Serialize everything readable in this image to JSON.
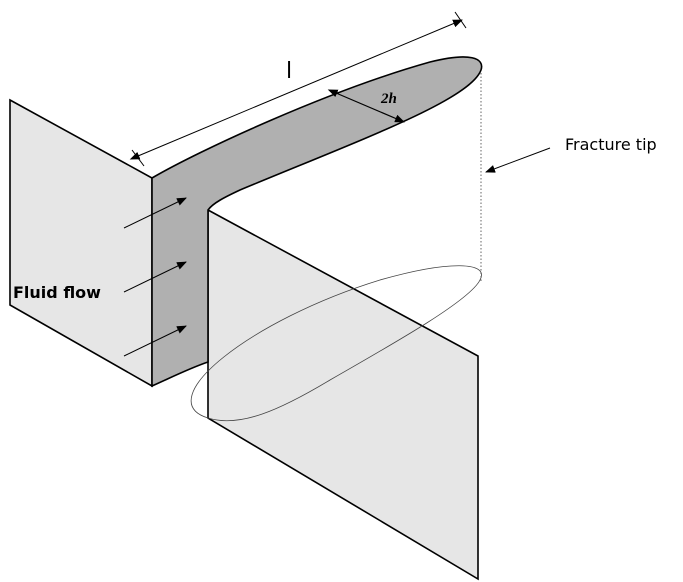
{
  "labels": {
    "length": "l",
    "aperture": "2h",
    "fluid_flow": "Fluid flow",
    "fracture_tip": "Fracture tip"
  },
  "colors": {
    "plate_fill": "#e6e6e6",
    "channel_fill": "#b0b0b0",
    "stroke": "#000000",
    "background": "#ffffff"
  }
}
